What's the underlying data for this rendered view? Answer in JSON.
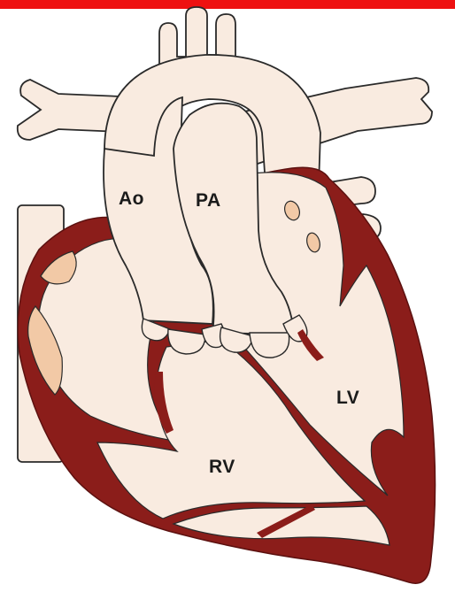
{
  "labels": {
    "aorta": "Ao",
    "pulmonary_artery": "PA",
    "left_ventricle": "LV",
    "right_ventricle": "RV"
  },
  "colors": {
    "top_bar": "#ee1111",
    "myocardium": "#8b1d1a",
    "cavity": "#f9ebe0",
    "valve_tissue": "#f2c9a6",
    "outline": "#2a2a2a"
  }
}
